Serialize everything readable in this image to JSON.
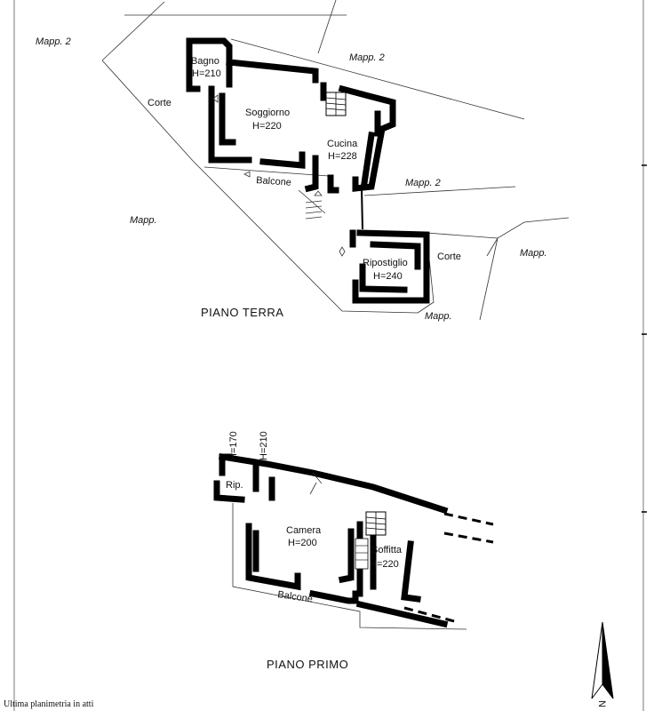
{
  "piano_terra": {
    "title": "PIANO TERRA",
    "rooms": [
      {
        "name": "Bagno",
        "height": "H=210"
      },
      {
        "name": "Soggiorno",
        "height": "H=220"
      },
      {
        "name": "Cucina",
        "height": "H=228"
      },
      {
        "name": "Ripostiglio",
        "height": "H=240"
      }
    ],
    "labels": {
      "corte_left": "Corte",
      "corte_right": "Corte",
      "balcone": "Balcone"
    },
    "parcels": {
      "top_left": "Mapp. 2",
      "top_center": "Mapp. 2",
      "center_right": "Mapp. 2",
      "left": "Mapp.",
      "right": "Mapp.",
      "bottom": "Mapp."
    }
  },
  "piano_primo": {
    "title": "PIANO PRIMO",
    "rooms": [
      {
        "name": "Rip.",
        "height": ""
      },
      {
        "name": "Camera",
        "height": "H=200"
      },
      {
        "name": "Soffitta",
        "height": "H=220"
      }
    ],
    "heights": {
      "rip_height": "H=170",
      "passage_height": "H=210"
    },
    "labels": {
      "balcone": "Balcone"
    }
  },
  "footer": {
    "note": "Ultima planimetria in atti"
  },
  "north_arrow": {
    "label": "N"
  }
}
